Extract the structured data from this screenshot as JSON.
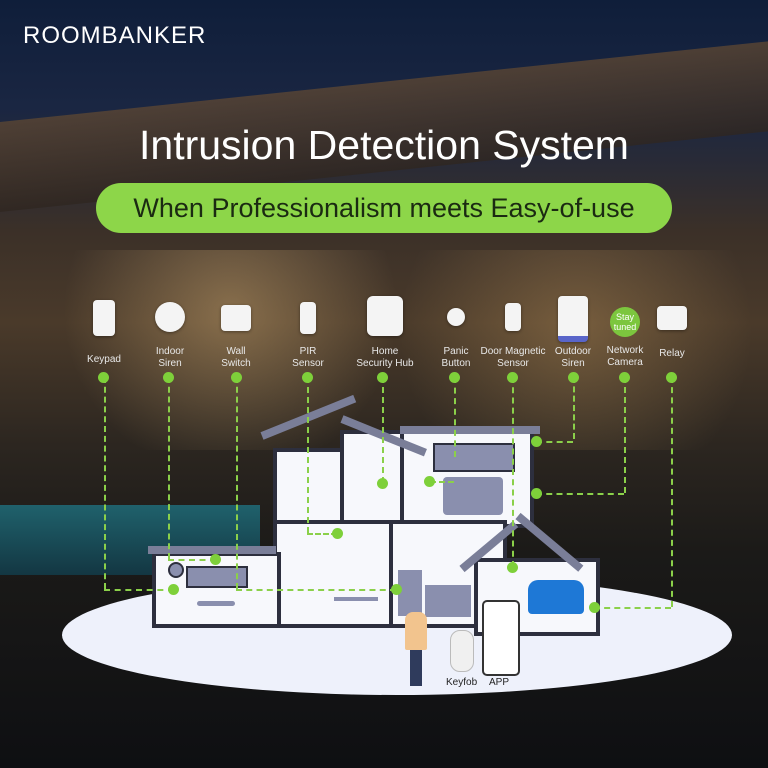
{
  "brand": {
    "logo": "ROOMBANKER"
  },
  "header": {
    "title": "Intrusion Detection System",
    "subtitle": "When Professionalism meets Easy-of-use",
    "accent_color": "#8dd649"
  },
  "devices": [
    {
      "icon": "keypad-icon",
      "label": "Keypad"
    },
    {
      "icon": "indoor-siren-icon",
      "label": "Indoor\nSiren"
    },
    {
      "icon": "wall-switch-icon",
      "label": "Wall\nSwitch"
    },
    {
      "icon": "pir-sensor-icon",
      "label": "PIR\nSensor"
    },
    {
      "icon": "home-security-hub-icon",
      "label": "Home\nSecurity Hub"
    },
    {
      "icon": "panic-button-icon",
      "label": "Panic\nButton"
    },
    {
      "icon": "door-magnetic-sensor-icon",
      "label": "Door Magnetic\nSensor"
    },
    {
      "icon": "outdoor-siren-icon",
      "label": "Outdoor\nSiren"
    },
    {
      "icon": "network-camera-icon",
      "label": "Network\nCamera",
      "badge": "Stay\ntuned"
    },
    {
      "icon": "relay-icon",
      "label": "Relay"
    }
  ],
  "accessories": [
    {
      "icon": "keyfob-icon",
      "label": "Keyfob"
    },
    {
      "icon": "app-icon",
      "label": "APP"
    }
  ],
  "colors": {
    "connector": "#7ed03a",
    "house_outline": "#2d2f3e",
    "car": "#1e78d6"
  }
}
